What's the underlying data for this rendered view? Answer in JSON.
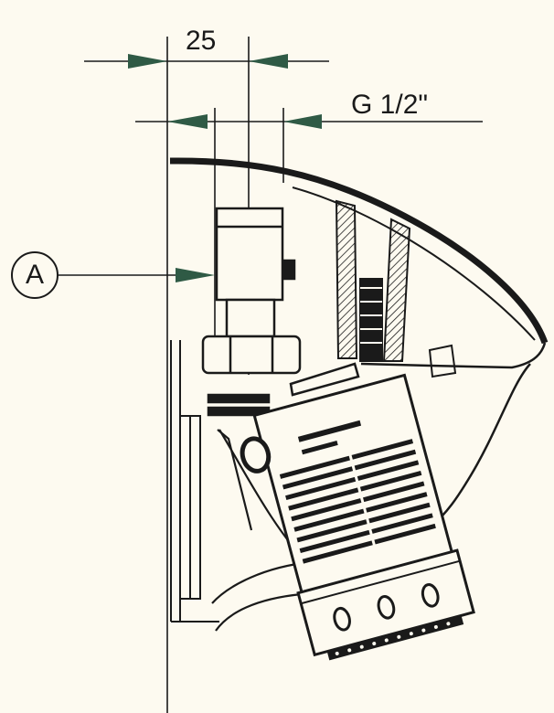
{
  "dimension_width": "25",
  "dimension_thread": "G 1/2\"",
  "callout_a": "A",
  "colors": {
    "background": "#fdfaf0",
    "line": "#1a1a1a",
    "arrow": "#2f5a45"
  }
}
